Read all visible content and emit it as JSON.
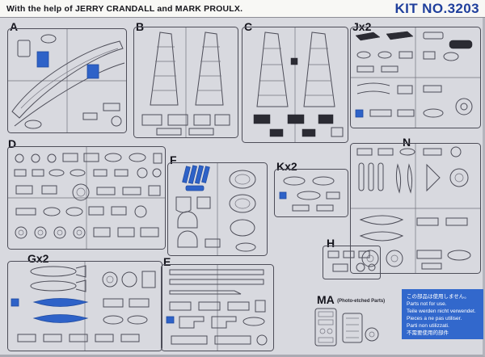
{
  "header": {
    "credit": "With the help of JERRY CRANDALL and MARK PROULX.",
    "kit_no": "KIT NO.3203"
  },
  "colors": {
    "paper": "#d8d9df",
    "highlight_blue": "#2e62c8",
    "kit_no_blue": "#1f3f9c",
    "notice_blue": "#3268cc"
  },
  "sections": {
    "a": {
      "label": "A"
    },
    "b": {
      "label": "B"
    },
    "c": {
      "label": "C"
    },
    "j": {
      "label": "Jx2"
    },
    "d": {
      "label": "D"
    },
    "f": {
      "label": "F"
    },
    "k": {
      "label": "Kx2"
    },
    "n": {
      "label": "N"
    },
    "g": {
      "label": "Gx2"
    },
    "e": {
      "label": "E"
    },
    "h": {
      "label": "H"
    },
    "ma": {
      "label": "MA",
      "subtitle": "(Photo-etched Parts)"
    }
  },
  "notice": {
    "lines": [
      "この部品は使用しません。",
      "Parts not for use.",
      "Teile werden nicht verwendet.",
      "Pieces a ne pas utiliser.",
      "Parti non utilizzati.",
      "不需要使用的部件"
    ]
  }
}
